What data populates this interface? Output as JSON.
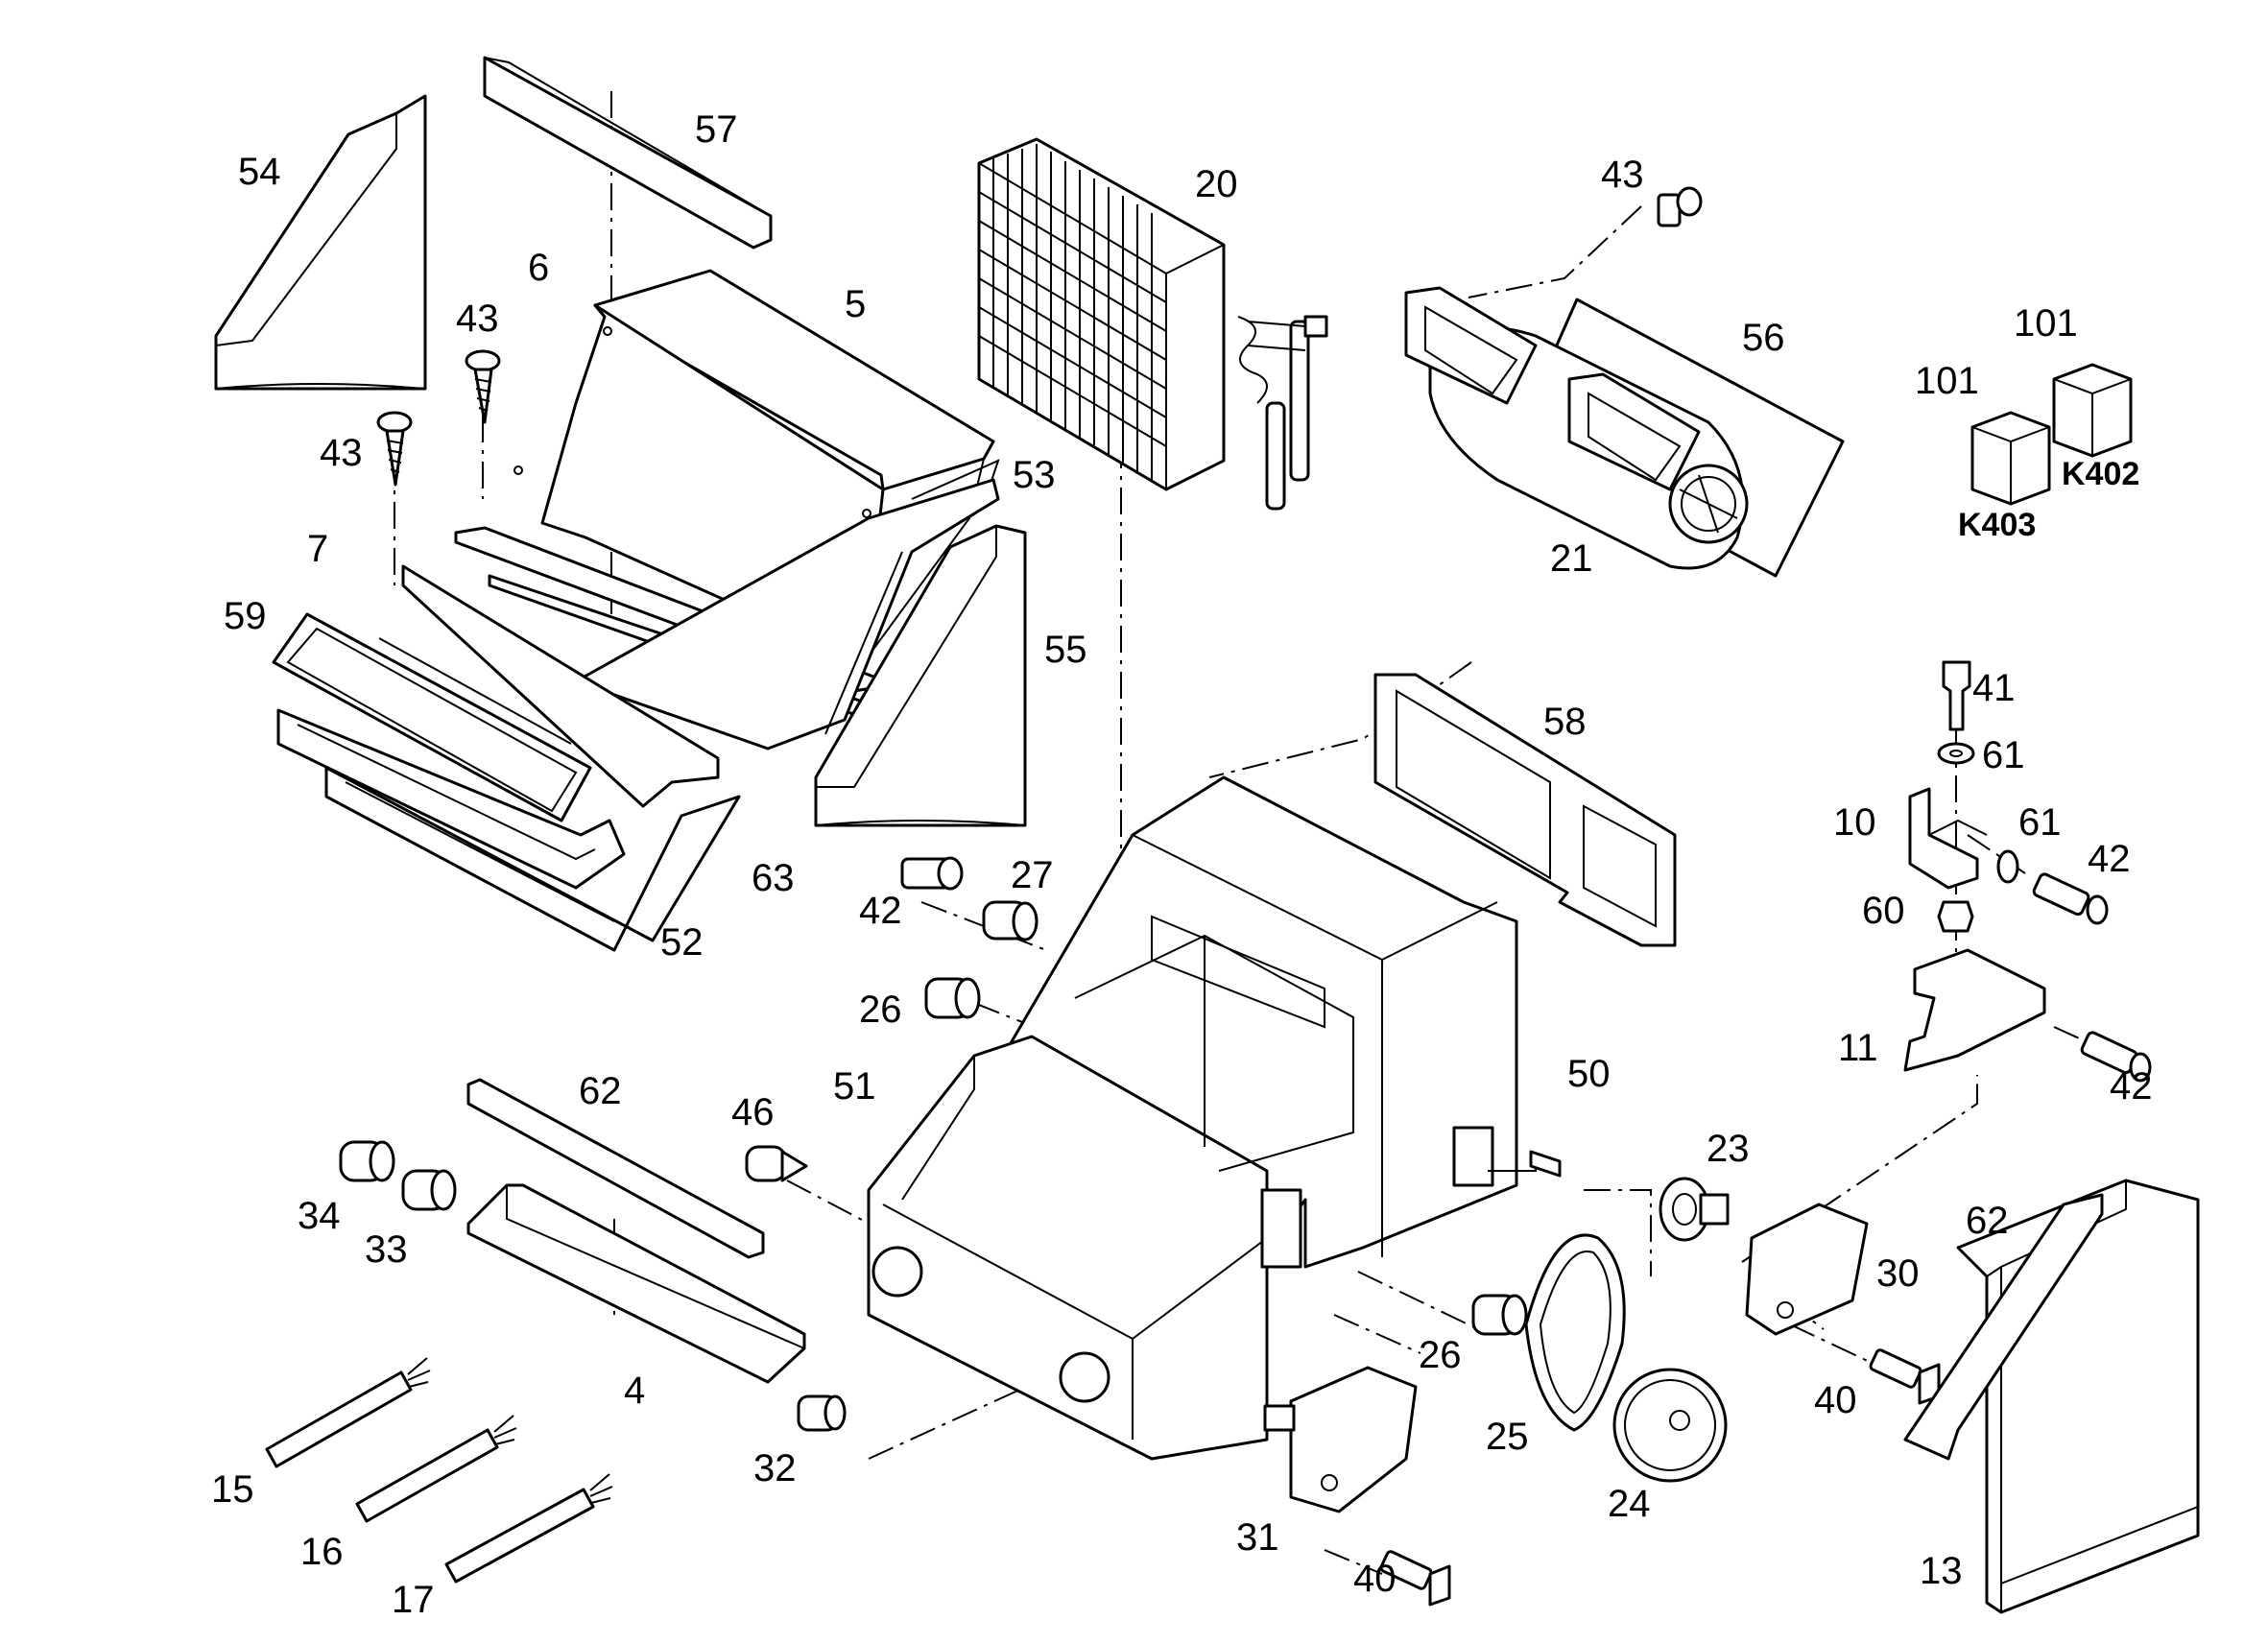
{
  "diagram": {
    "kind": "exploded-parts-view",
    "callouts": {
      "p54": "54",
      "p57": "57",
      "p20": "20",
      "p43a": "43",
      "p6": "6",
      "p43b": "43",
      "p5": "5",
      "p43c": "43",
      "p53": "53",
      "p56": "56",
      "p101a": "101",
      "p101b": "101",
      "p21": "21",
      "p7": "7",
      "p59": "59",
      "p55": "55",
      "p41": "41",
      "p58": "58",
      "p61a": "61",
      "p10": "10",
      "p61b": "61",
      "p42a": "42",
      "p63": "63",
      "p27": "27",
      "p42b": "42",
      "p60": "60",
      "p52": "52",
      "p26a": "26",
      "p11": "11",
      "p42c": "42",
      "p62a": "62",
      "p51": "51",
      "p50": "50",
      "p46": "46",
      "p23": "23",
      "p34": "34",
      "p33": "33",
      "p62b": "62",
      "p30": "30",
      "p26b": "26",
      "p4": "4",
      "p40a": "40",
      "p32": "32",
      "p25": "25",
      "p15": "15",
      "p24": "24",
      "p16": "16",
      "p31": "31",
      "p13": "13",
      "p17": "17",
      "p40b": "40"
    },
    "relay_codes": {
      "k402": "K402",
      "k403": "K403"
    },
    "colors": {
      "line": "#000000",
      "background": "#ffffff"
    }
  }
}
